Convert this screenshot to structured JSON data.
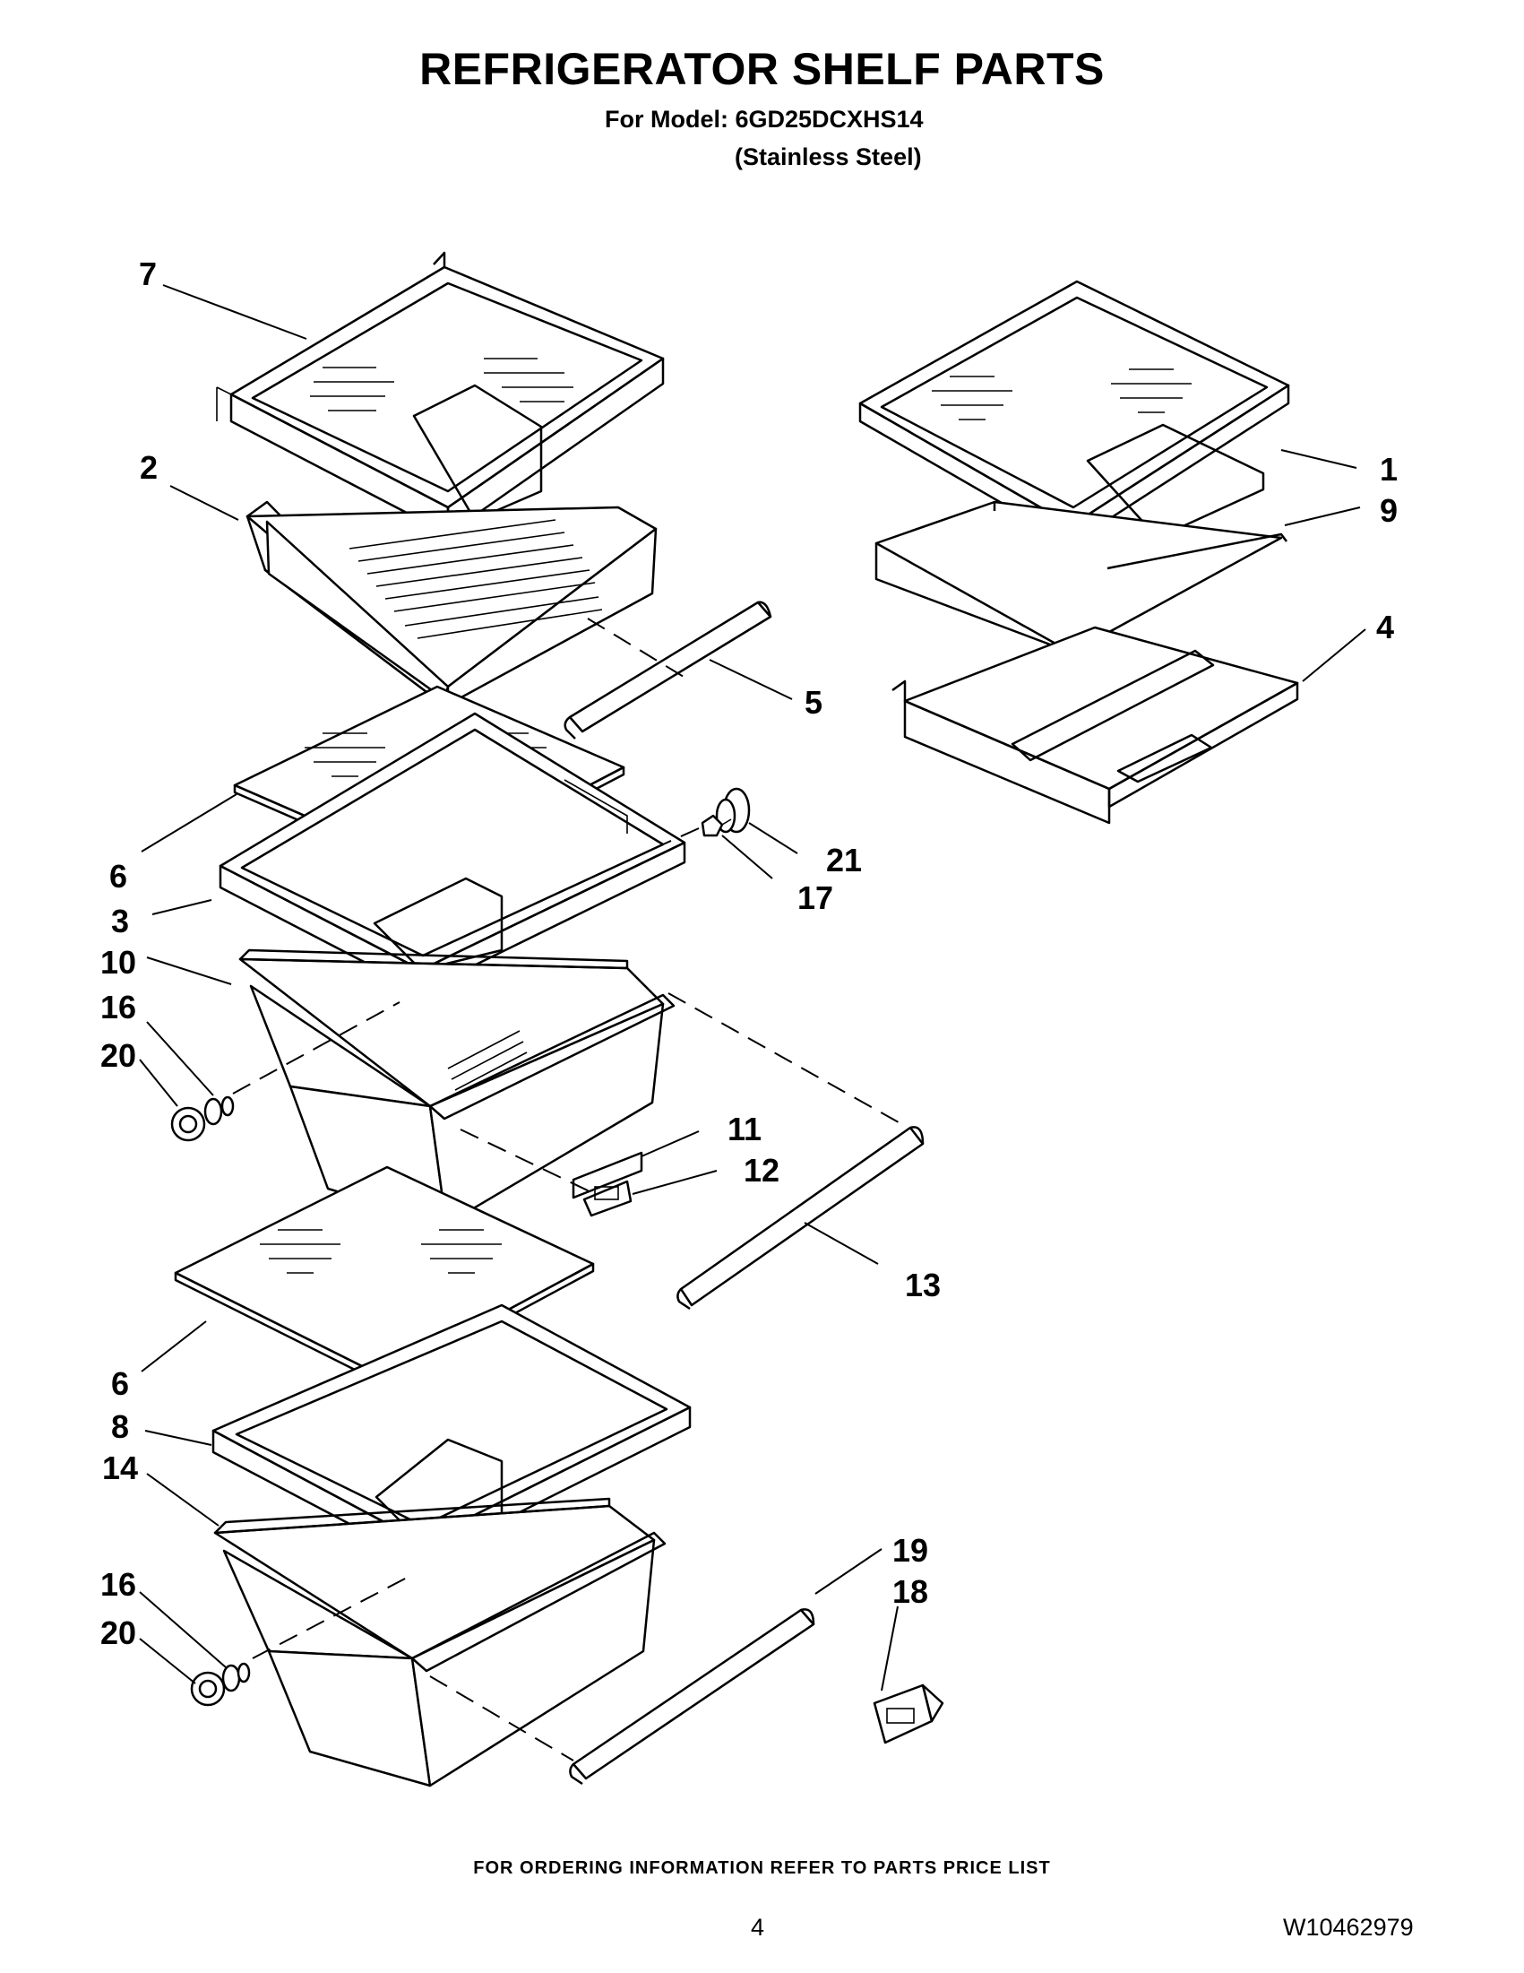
{
  "header": {
    "title": "REFRIGERATOR SHELF PARTS",
    "model": "For Model: 6GD25DCXHS14",
    "finish": "(Stainless Steel)"
  },
  "callouts": {
    "c1": "1",
    "c2": "2",
    "c3": "3",
    "c4": "4",
    "c5": "5",
    "c6a": "6",
    "c6b": "6",
    "c7": "7",
    "c8": "8",
    "c9": "9",
    "c10": "10",
    "c11": "11",
    "c12": "12",
    "c13": "13",
    "c14": "14",
    "c16a": "16",
    "c16b": "16",
    "c17": "17",
    "c18": "18",
    "c19": "19",
    "c20a": "20",
    "c20b": "20",
    "c21": "21"
  },
  "footer": {
    "ordering_note": "FOR ORDERING INFORMATION REFER TO PARTS PRICE LIST",
    "page_number": "4",
    "document_number": "W10462979"
  }
}
